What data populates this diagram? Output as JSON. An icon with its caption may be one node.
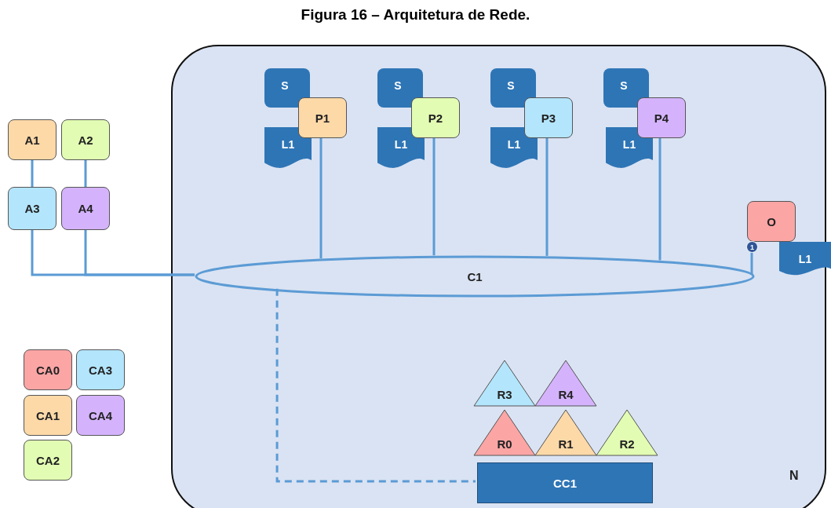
{
  "diagram": {
    "title": "Figura 16 – Arquitetura de Rede.",
    "nodes": [
      {
        "text": [
          "N"
        ]
      },
      {
        "text": [
          "S"
        ],
        "in": 0
      },
      {
        "text": [
          "L1"
        ],
        "in": 0
      },
      {
        "text": [
          "P1"
        ],
        "in": 0
      },
      {
        "text": [
          "S"
        ],
        "in": 0
      },
      {
        "text": [
          "L1"
        ],
        "in": 0
      },
      {
        "text": [
          "P2"
        ],
        "in": 0
      },
      {
        "text": [
          "S"
        ],
        "in": 0
      },
      {
        "text": [
          "L1"
        ],
        "in": 0
      },
      {
        "text": [
          "P3"
        ],
        "in": 0
      },
      {
        "text": [
          "S"
        ],
        "in": 0
      },
      {
        "text": [
          "L1"
        ],
        "in": 0
      },
      {
        "text": [
          "P4"
        ],
        "in": 0
      },
      {
        "text": [
          "O"
        ],
        "in": 0
      },
      {
        "text": [
          "L1"
        ]
      },
      {
        "text": [
          "C1"
        ],
        "in": 0
      },
      {
        "text": [
          "A1"
        ]
      },
      {
        "text": [
          "A2"
        ]
      },
      {
        "text": [
          "A3"
        ]
      },
      {
        "text": [
          "A4"
        ]
      },
      {
        "text": [
          "R3"
        ],
        "in": 0
      },
      {
        "text": [
          "R4"
        ],
        "in": 0
      },
      {
        "text": [
          "R0"
        ],
        "in": 0
      },
      {
        "text": [
          "R1"
        ],
        "in": 0
      },
      {
        "text": [
          "R2"
        ],
        "in": 0
      },
      {
        "text": [
          "CC1"
        ],
        "in": 0
      },
      {
        "text": [
          "CA0"
        ]
      },
      {
        "text": [
          "CA3"
        ]
      },
      {
        "text": [
          "CA1"
        ]
      },
      {
        "text": [
          "CA4"
        ]
      },
      {
        "text": [
          "CA2"
        ]
      }
    ],
    "edges": [
      {
        "from": 16,
        "to": 18,
        "arrow": "none"
      },
      {
        "from": 17,
        "to": 19,
        "arrow": "none"
      },
      {
        "from": 18,
        "to": 15,
        "arrow": "none"
      },
      {
        "from": 19,
        "to": 15,
        "arrow": "none"
      },
      {
        "from": 3,
        "to": 15,
        "arrow": "none"
      },
      {
        "from": 6,
        "to": 15,
        "arrow": "none"
      },
      {
        "from": 9,
        "to": 15,
        "arrow": "none"
      },
      {
        "from": 12,
        "to": 15,
        "arrow": "none"
      },
      {
        "from": 13,
        "to": 15,
        "arrow": "none"
      },
      {
        "from": 15,
        "to": 25,
        "arrow": "none",
        "style": "dashed"
      }
    ],
    "labels": [
      "1"
    ]
  }
}
